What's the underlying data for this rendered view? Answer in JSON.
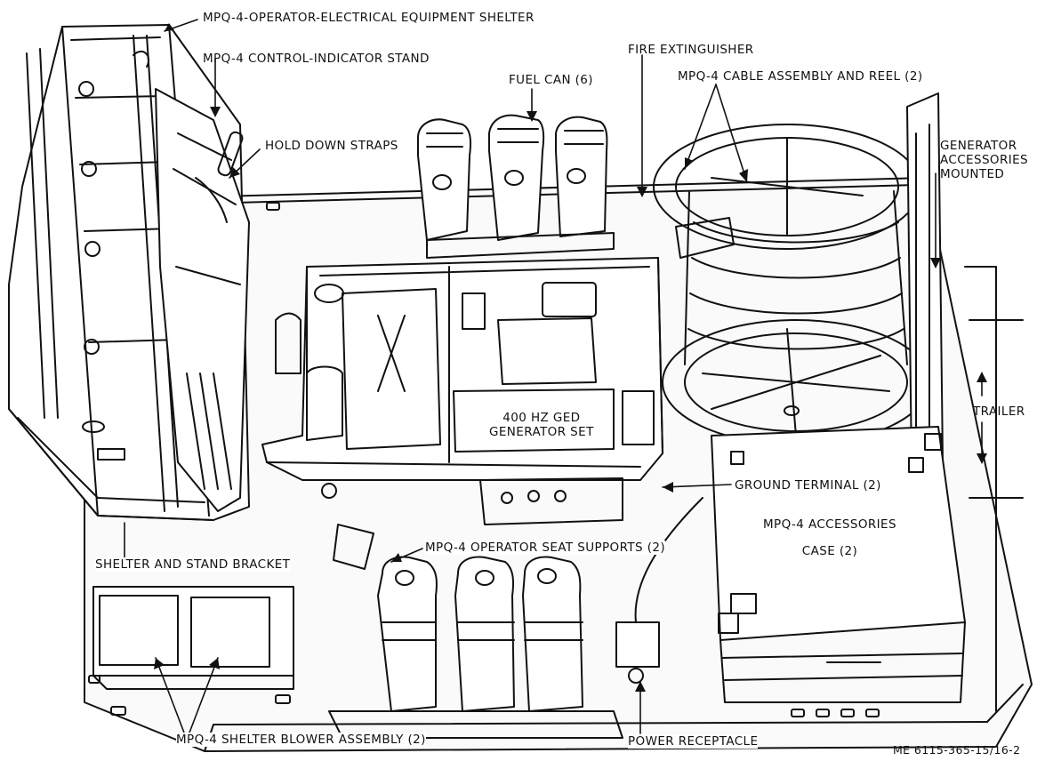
{
  "labels": {
    "shelter": "MPQ-4-OPERATOR-ELECTRICAL EQUIPMENT SHELTER",
    "control_stand": "MPQ-4 CONTROL-INDICATOR STAND",
    "hold_down": "HOLD DOWN STRAPS",
    "fuel_can": "FUEL CAN (6)",
    "fire_ext": "FIRE EXTINGUISHER",
    "cable_reel": "MPQ-4 CABLE ASSEMBLY AND REEL (2)",
    "gen_acc_1": "GENERATOR",
    "gen_acc_2": "ACCESSORIES",
    "gen_acc_3": "MOUNTED",
    "trailer": "TRAILER",
    "gen_set_1": "400 HZ GED",
    "gen_set_2": "GENERATOR SET",
    "ground_terminal": "GROUND TERMINAL (2)",
    "acc_case_1": "MPQ-4 ACCESSORIES",
    "acc_case_2": "CASE (2)",
    "seat_supports": "MPQ-4 OPERATOR SEAT SUPPORTS (2)",
    "bracket": "SHELTER AND STAND BRACKET",
    "blower": "MPQ-4 SHELTER BLOWER ASSEMBLY (2)",
    "power_receptacle": "POWER RECEPTACLE",
    "figure_id": "ME 6115-365-15/16-2"
  }
}
